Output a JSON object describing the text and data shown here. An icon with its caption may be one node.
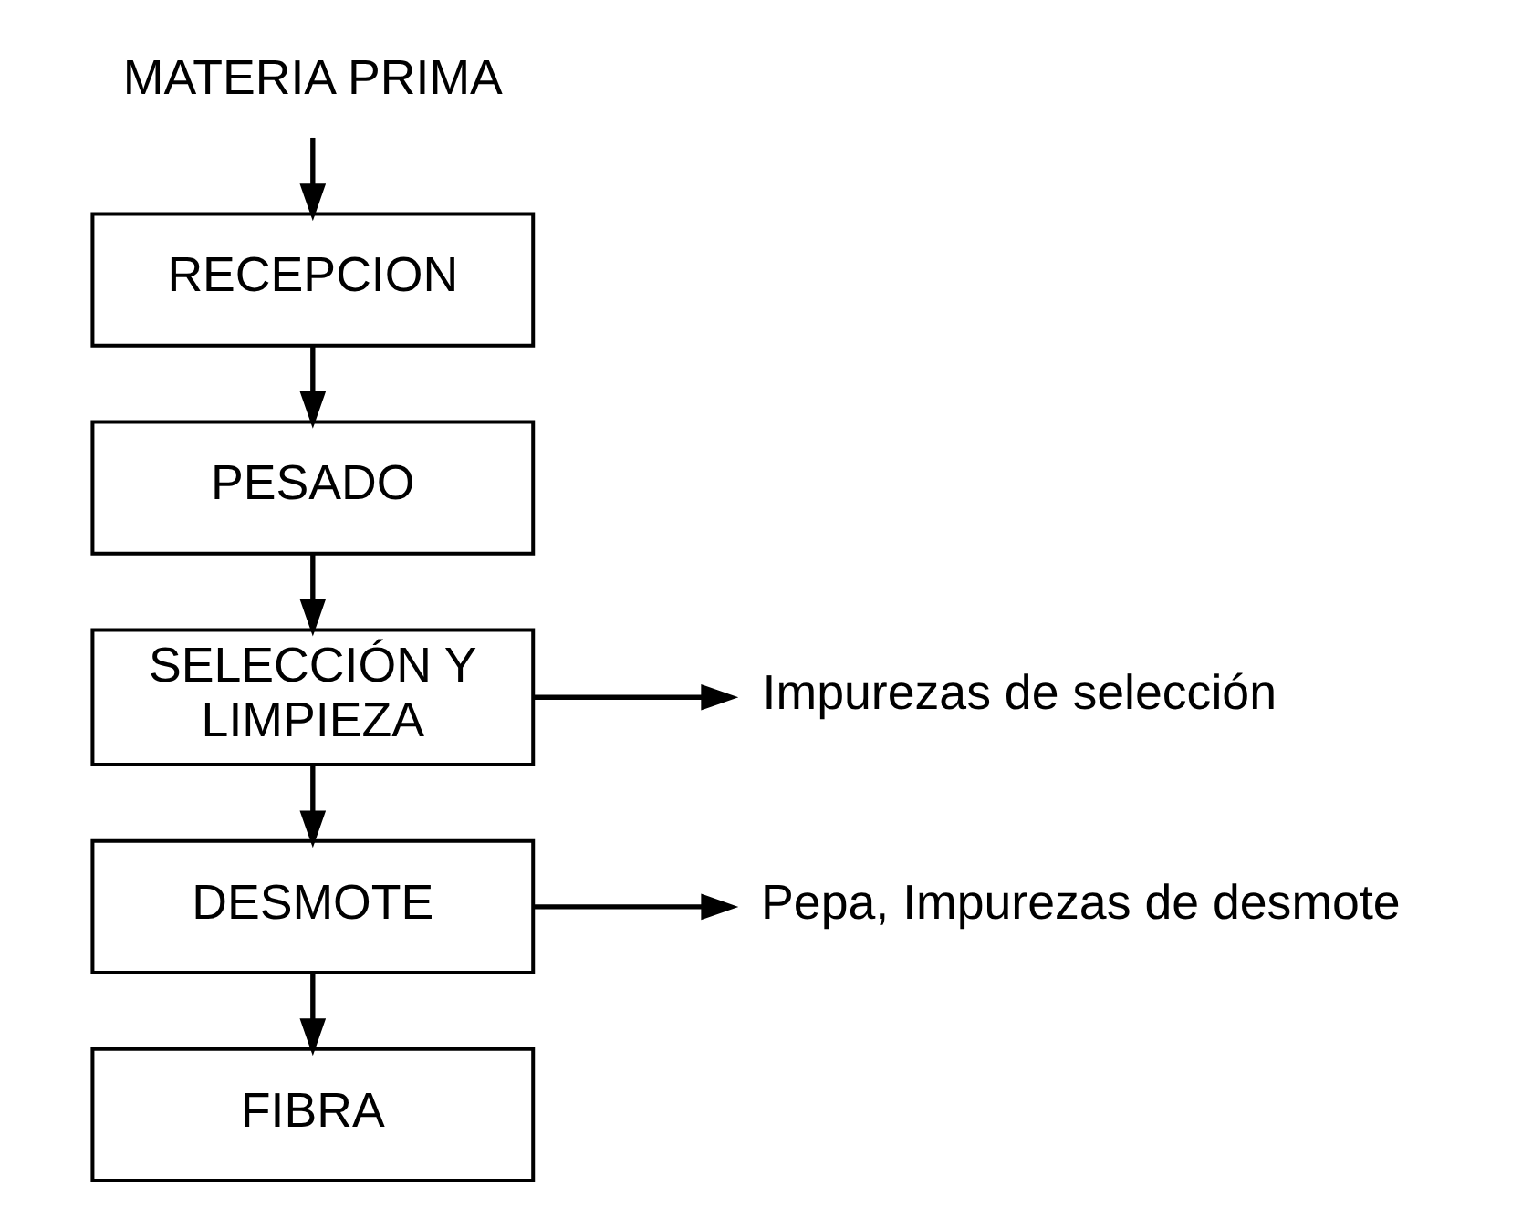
{
  "diagram": {
    "nodes": [
      {
        "text": [
          "MATERIA PRIMA"
        ]
      },
      {
        "text": [
          "RECEPCION"
        ]
      },
      {
        "text": [
          "PESADO"
        ]
      },
      {
        "text": [
          "SELECCIÓN Y LIMPIEZA"
        ]
      },
      {
        "text": [
          "Impurezas de selección"
        ]
      },
      {
        "text": [
          "DESMOTE"
        ]
      },
      {
        "text": [
          "Pepa, Impurezas de desmote"
        ]
      },
      {
        "text": [
          "FIBRA"
        ]
      }
    ],
    "edges": [
      {
        "from": 0,
        "to": 1,
        "arrow": "to"
      },
      {
        "from": 1,
        "to": 2,
        "arrow": "to"
      },
      {
        "from": 2,
        "to": 3,
        "arrow": "to"
      },
      {
        "from": 3,
        "to": 4,
        "arrow": "to"
      },
      {
        "from": 3,
        "to": 5,
        "arrow": "to"
      },
      {
        "from": 5,
        "to": 6,
        "arrow": "to"
      },
      {
        "from": 5,
        "to": 7,
        "arrow": "to"
      }
    ]
  }
}
